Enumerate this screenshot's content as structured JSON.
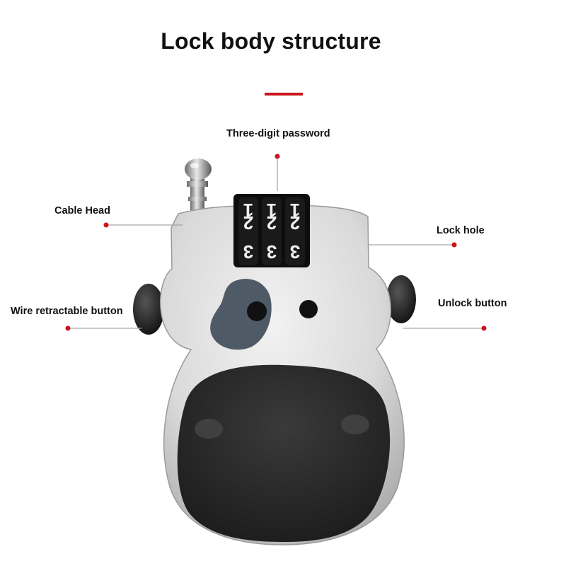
{
  "header": {
    "title": "Lock body structure",
    "accent_color": "#c8161d"
  },
  "callouts": [
    {
      "id": "password",
      "label": "Three-digit password"
    },
    {
      "id": "cable",
      "label": "Cable Head"
    },
    {
      "id": "lockhole",
      "label": "Lock hole"
    },
    {
      "id": "wire",
      "label": "Wire retractable button"
    },
    {
      "id": "unlock",
      "label": "Unlock button"
    }
  ],
  "dials": {
    "wheel_1": [
      "1",
      "2",
      "3"
    ],
    "wheel_2": [
      "1",
      "2",
      "3"
    ],
    "wheel_3": [
      "1",
      "2",
      "3"
    ]
  },
  "colors": {
    "body": "#dcdcdc",
    "rubber": "#2a2a2a",
    "spot": "#4e5a66",
    "marker": "#d0121b"
  }
}
